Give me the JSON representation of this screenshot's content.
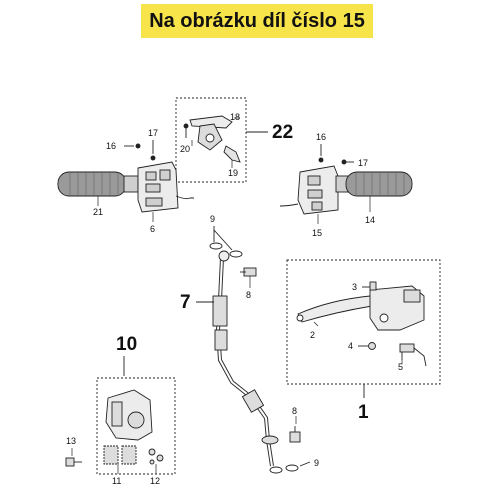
{
  "header": {
    "title": "Na obrázku díl číslo 15"
  },
  "callouts": {
    "c1": "1",
    "c2": "2",
    "c3": "3",
    "c4": "4",
    "c5": "5",
    "c6": "6",
    "c7": "7",
    "c8a": "8",
    "c8b": "8",
    "c9a": "9",
    "c9b": "9",
    "c10": "10",
    "c11": "11",
    "c12": "12",
    "c13": "13",
    "c14": "14",
    "c15": "15",
    "c16a": "16",
    "c16b": "16",
    "c17a": "17",
    "c17b": "17",
    "c18": "18",
    "c19": "19",
    "c20": "20",
    "c21": "21",
    "c22": "22"
  },
  "colors": {
    "banner": "#f7e34a",
    "line": "#222222",
    "part_fill": "#ececec",
    "grip": "#9a9a9a"
  }
}
